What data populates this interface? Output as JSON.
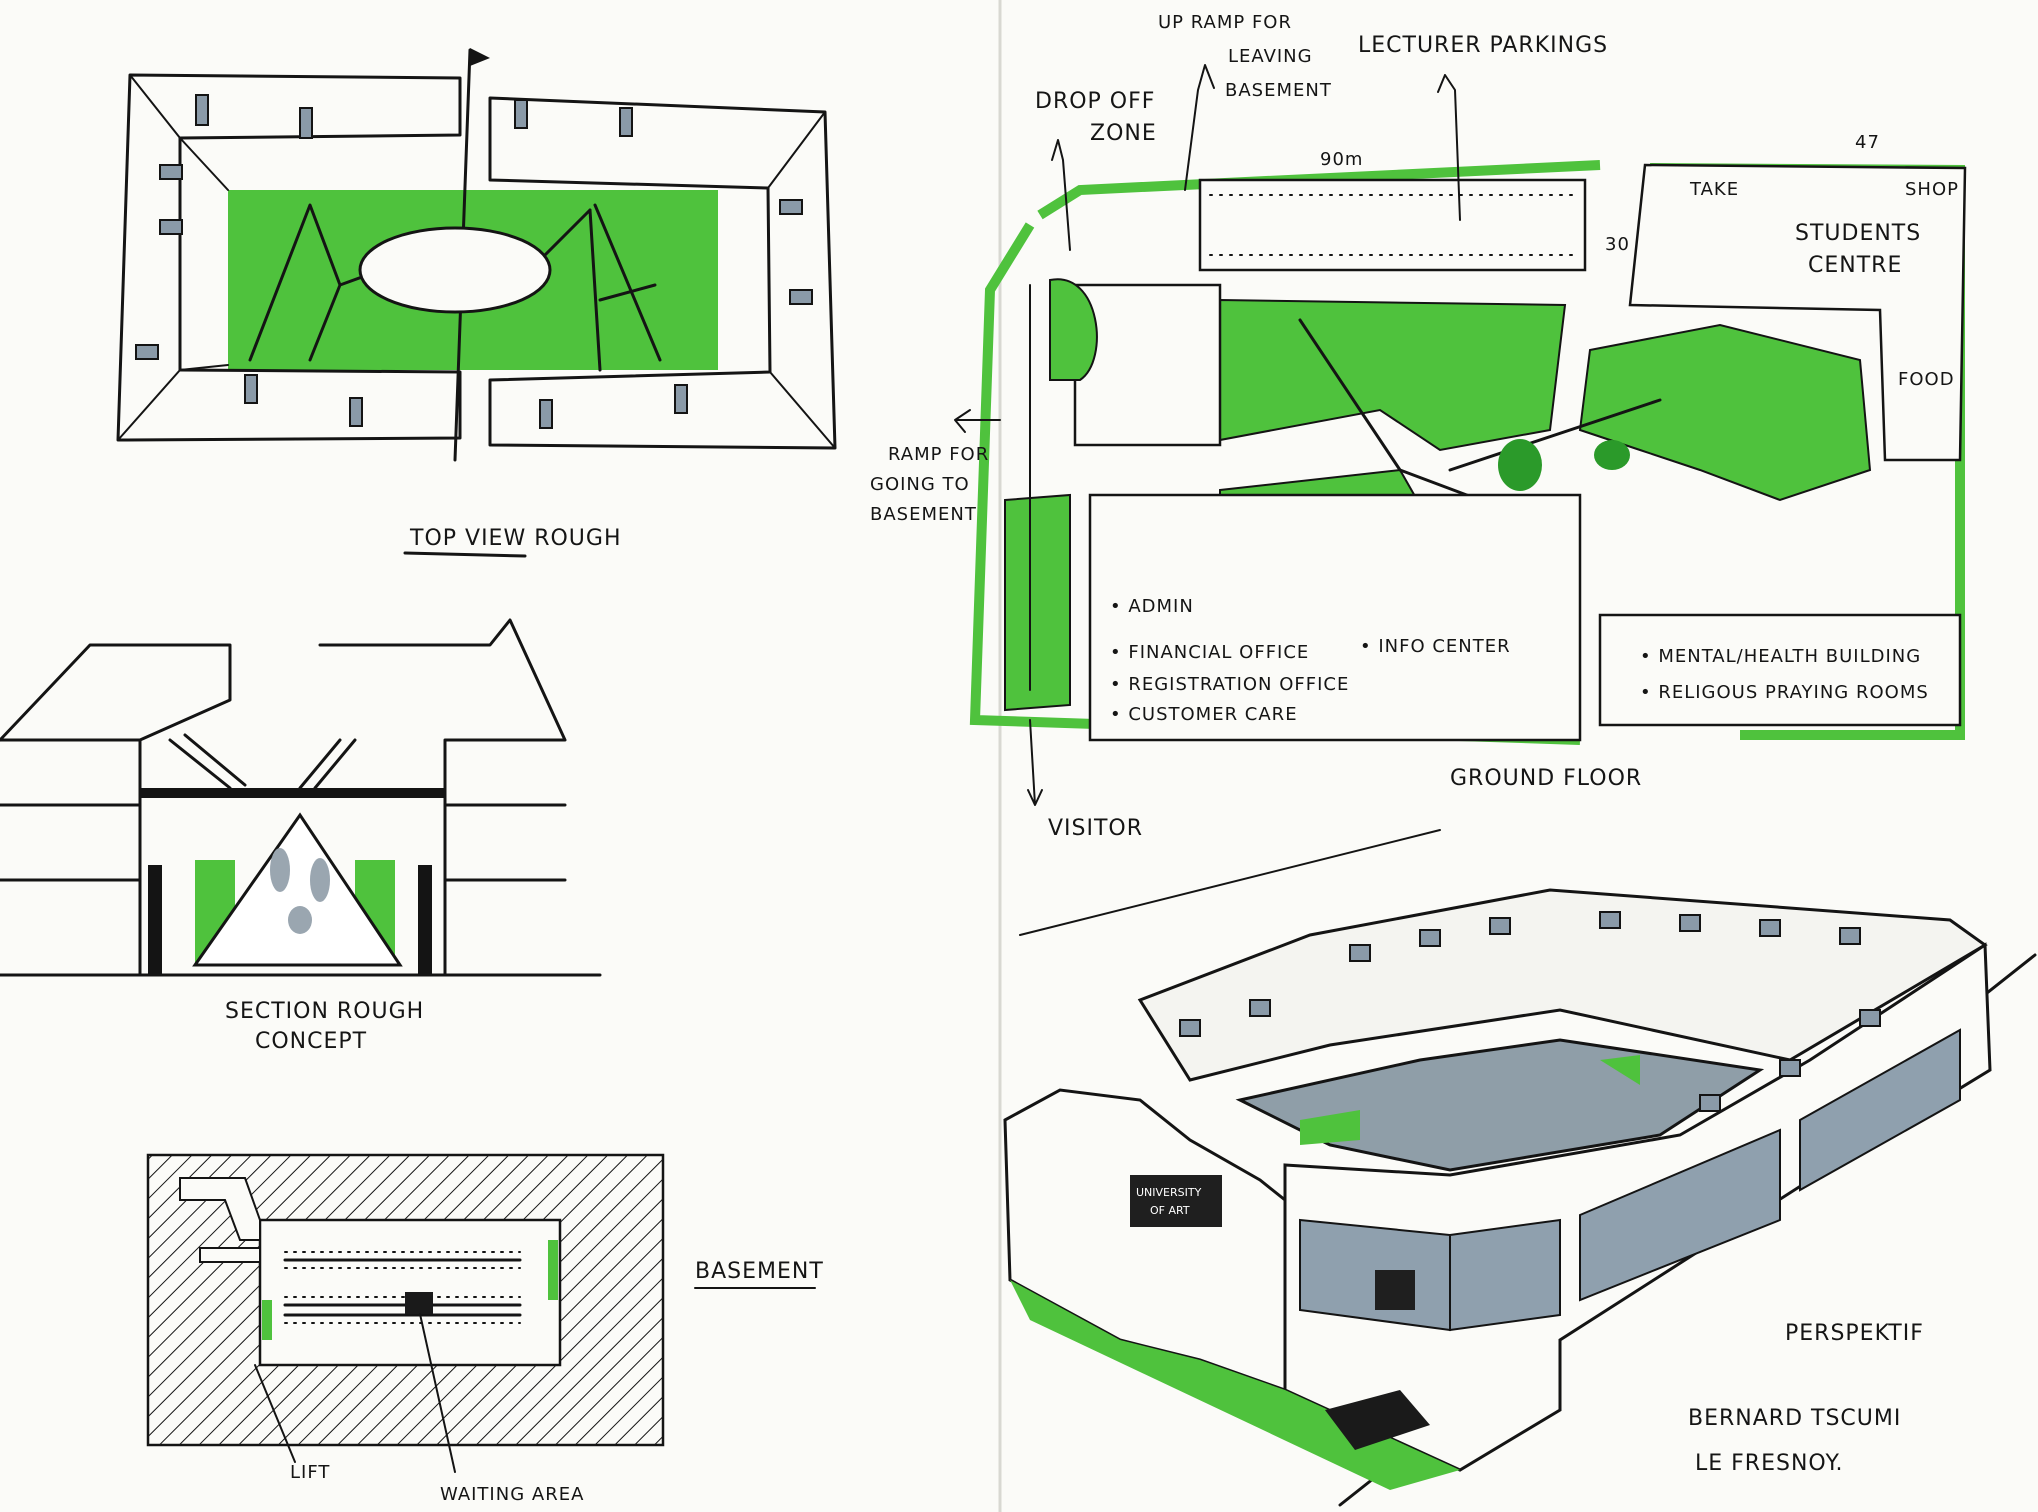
{
  "labels": {
    "top_view": "TOP VIEW ROUGH",
    "section_line1": "SECTION ROUGH",
    "section_line2": "CONCEPT",
    "basement": "BASEMENT",
    "lift": "LIFT",
    "waiting_area": "WAITING AREA",
    "ramp_leaving_line1": "UP RAMP FOR",
    "ramp_leaving_line2": "LEAVING",
    "ramp_leaving_line3": "BASEMENT",
    "lecturer_parkings": "LECTURER PARKINGS",
    "drop_off_line1": "DROP OFF",
    "drop_off_line2": "ZONE",
    "width_90m": "90m",
    "dim_30": "30",
    "page_number": "47",
    "ramp_going_line1": "RAMP FOR",
    "ramp_going_line2": "GOING TO",
    "ramp_going_line3": "BASEMENT",
    "students_centre_line1": "STUDENTS",
    "students_centre_line2": "CENTRE",
    "shop": "SHOP",
    "take": "TAKE",
    "food": "FOOD",
    "admin": "• ADMIN",
    "financial_office": "• FINANCIAL OFFICE",
    "registration_office": "• REGISTRATION OFFICE",
    "customer_care": "• CUSTOMER CARE",
    "info_center": "• INFO CENTER",
    "mental_health": "• MENTAL/HEALTH BUILDING",
    "religious_rooms": "• RELIGOUS PRAYING ROOMS",
    "ground_floor": "GROUND FLOOR",
    "visitor": "VISITOR",
    "perspective": "PERSPEKTIF",
    "ref_line1": "BERNARD TSCUMI",
    "ref_line2": "LE FRESNOY.",
    "sign_line1": "UNIVERSITY",
    "sign_line2": "OF ART"
  },
  "colors": {
    "ink": "#141414",
    "green": "#4fc23d",
    "dark_green": "#2b9a2a",
    "window_gray": "#8a9aa8"
  }
}
